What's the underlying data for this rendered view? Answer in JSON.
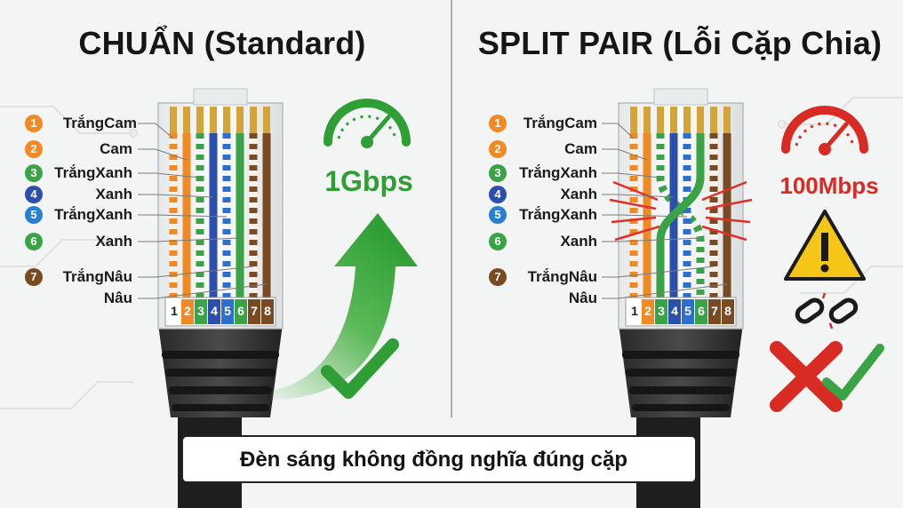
{
  "titles": {
    "standard": "CHUẨN (Standard)",
    "split": "SPLIT PAIR (Lỗi Cặp Chia)"
  },
  "wire_labels": [
    {
      "number": "1",
      "text": "TrắngCam",
      "color": "#f08a24"
    },
    {
      "number": "2",
      "text": "Cam",
      "color": "#f08a24"
    },
    {
      "number": "3",
      "text": "TrắngXanh",
      "color": "#3aa346"
    },
    {
      "number": "4",
      "text": "Xanh",
      "color": "#2c4fae"
    },
    {
      "number": "5",
      "text": "TrắngXanh",
      "color": "#2a7fd1"
    },
    {
      "number": "6",
      "text": "Xanh",
      "color": "#3aa346"
    },
    {
      "number": "7",
      "text": "TrắngNâu",
      "color": "#7a4a22"
    },
    {
      "number": "",
      "text": "Nâu",
      "color": ""
    }
  ],
  "pin_numbers": [
    "1",
    "2",
    "3",
    "4",
    "5",
    "6",
    "7",
    "8"
  ],
  "speed": {
    "standard": "1Gbps",
    "split": "100Mbps"
  },
  "banner": {
    "text": "Đèn sáng không đồng nghĩa đúng cặp"
  },
  "colors": {
    "good": "#2f9e35",
    "bad": "#d72b24",
    "warning": "#f5c518",
    "orange": "#f08a24",
    "green": "#3aa346",
    "blue": "#2c6fd1",
    "brown": "#7a4a22"
  },
  "icons": [
    "speedometer-icon",
    "arrow-up-icon",
    "check-icon",
    "warning-icon",
    "broken-link-icon",
    "cross-icon"
  ]
}
